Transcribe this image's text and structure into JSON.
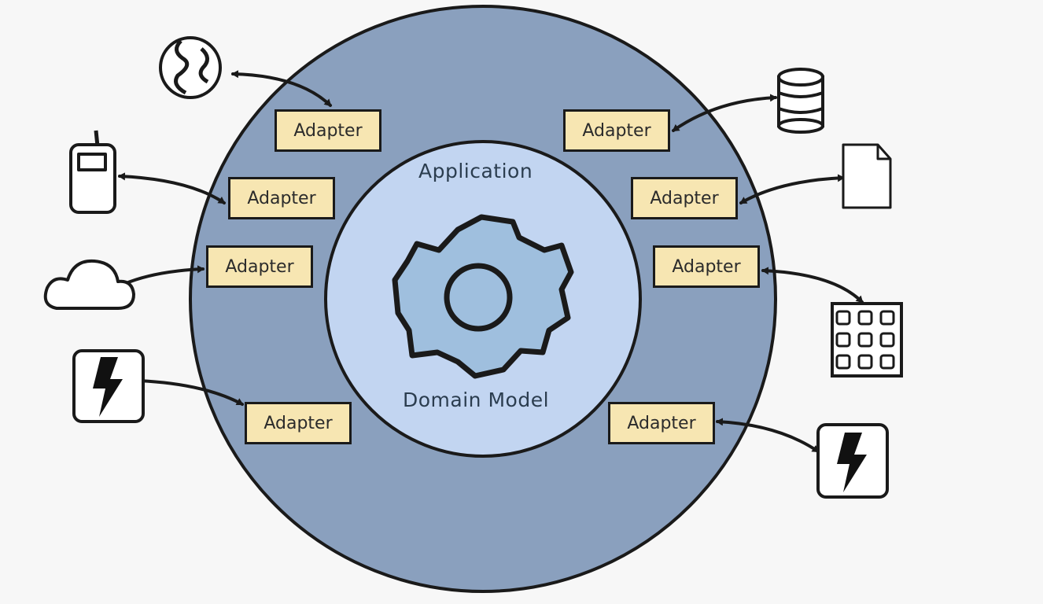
{
  "diagram": {
    "application_label": "Application",
    "domain_label": "Domain Model",
    "adapters": [
      {
        "id": "left-1",
        "label": "Adapter"
      },
      {
        "id": "left-2",
        "label": "Adapter"
      },
      {
        "id": "left-3",
        "label": "Adapter"
      },
      {
        "id": "left-4",
        "label": "Adapter"
      },
      {
        "id": "right-1",
        "label": "Adapter"
      },
      {
        "id": "right-2",
        "label": "Adapter"
      },
      {
        "id": "right-3",
        "label": "Adapter"
      },
      {
        "id": "right-4",
        "label": "Adapter"
      }
    ],
    "external_icons": [
      "globe-icon",
      "mobile-phone-icon",
      "cloud-icon",
      "lightning-event-icon",
      "database-icon",
      "document-icon",
      "grid-calendar-icon",
      "lightning-event-icon"
    ],
    "colors": {
      "background": "#f7f7f7",
      "outer_hexagon_ring": "#8aa0be",
      "application_ring": "#c2d5f1",
      "gear": "#9fbfde",
      "adapter_box": "#f7e6b2",
      "outline": "#1a1a1a"
    }
  }
}
